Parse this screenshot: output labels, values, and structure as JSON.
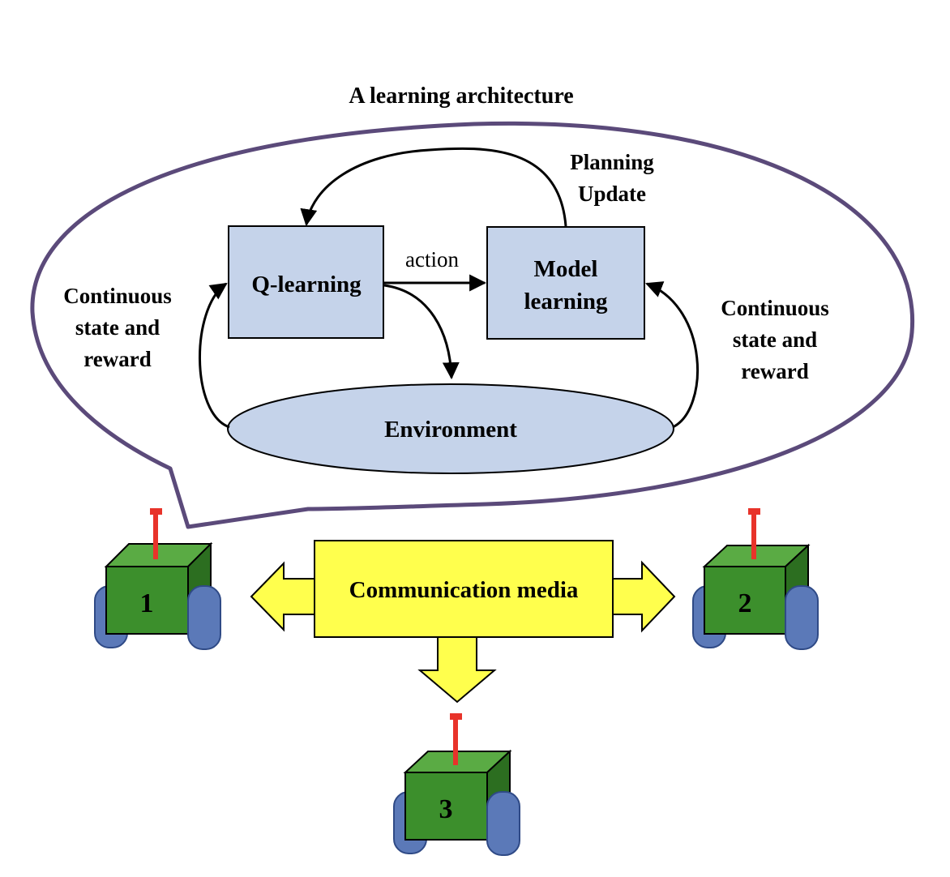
{
  "title": "A learning architecture",
  "nodes": {
    "q_learning": "Q-learning",
    "model_learning_line1": "Model",
    "model_learning_line2": "learning",
    "environment": "Environment",
    "communication": "Communication media"
  },
  "edge_labels": {
    "action": "action",
    "planning_line1": "Planning",
    "planning_line2": "Update",
    "left_state_lines": [
      "Continuous",
      "state and",
      "reward"
    ],
    "right_state_lines": [
      "Continuous",
      "state and",
      "reward"
    ]
  },
  "robots": [
    "1",
    "2",
    "3"
  ],
  "colors": {
    "box_fill": "#c5d3ea",
    "bubble_stroke": "#5b4a7a",
    "media_fill": "#ffff4d",
    "robot_body": "#3c8f2c",
    "robot_top": "#5aab44",
    "robot_side": "#2c6e20",
    "wheel": "#5b79b8",
    "antenna": "#e8332a"
  }
}
